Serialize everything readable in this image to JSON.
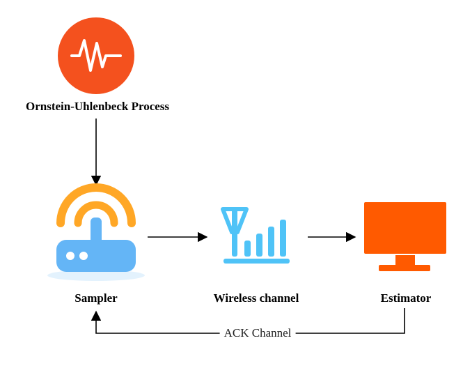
{
  "diagram": {
    "nodes": {
      "source": {
        "label": "Ornstein-Uhlenbeck Process",
        "icon": "signal-waveform-icon",
        "color": "#f4511e"
      },
      "sampler": {
        "label": "Sampler",
        "icon": "wifi-router-icon",
        "color_body": "#64b5f6",
        "color_waves": "#ffa726"
      },
      "channel": {
        "label": "Wireless channel",
        "icon": "antenna-signal-icon",
        "color": "#4fc3f7"
      },
      "estimator": {
        "label": "Estimator",
        "icon": "monitor-icon",
        "color": "#ff5a00"
      }
    },
    "edges": {
      "feedback_label": "ACK Channel"
    }
  }
}
